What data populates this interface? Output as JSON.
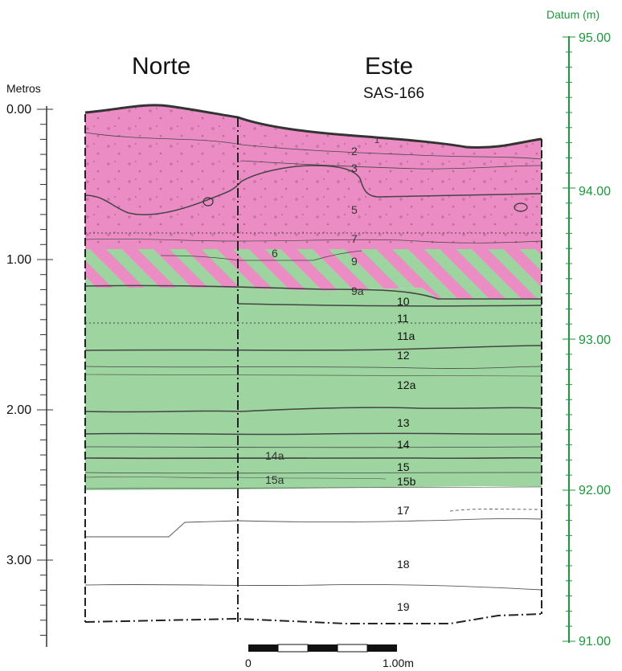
{
  "header": {
    "left_face": "Norte",
    "right_face": "Este",
    "unit_code": "SAS-166"
  },
  "left_axis": {
    "title": "Metros",
    "ticks": [
      {
        "label": "0.00",
        "value": 0
      },
      {
        "label": "1.00",
        "value": 1
      },
      {
        "label": "2.00",
        "value": 2
      },
      {
        "label": "3.00",
        "value": 3
      }
    ]
  },
  "right_axis": {
    "title": "Datum (m)",
    "color": "#1a9a3a",
    "ticks": [
      {
        "label": "95.00",
        "value": 95
      },
      {
        "label": "94.00",
        "value": 94
      },
      {
        "label": "93.00",
        "value": 93
      },
      {
        "label": "92.00",
        "value": 92
      },
      {
        "label": "91.00",
        "value": 91
      }
    ]
  },
  "layers": [
    "1",
    "2",
    "3",
    "5",
    "6",
    "7",
    "9",
    "9a",
    "10",
    "11",
    "11a",
    "12",
    "12a",
    "13",
    "14",
    "14a",
    "15",
    "15a",
    "15b",
    "17",
    "18",
    "19"
  ],
  "colors": {
    "pink": "#ec8cc4",
    "green": "#9ed4a0",
    "line": "#333333",
    "datum": "#1a9a3a"
  },
  "scale_bar": {
    "start_label": "0",
    "end_label": "1.00m"
  }
}
